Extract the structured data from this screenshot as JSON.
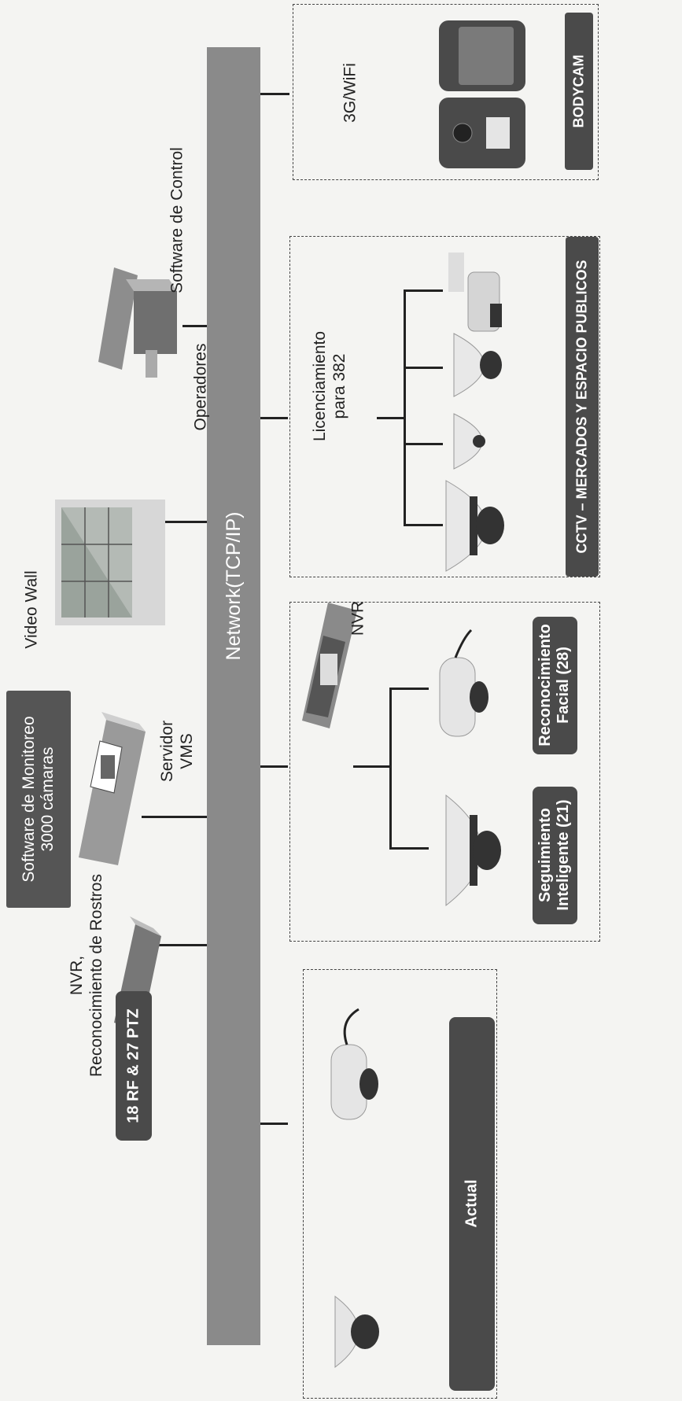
{
  "network": {
    "label": "Network(TCP/IP)"
  },
  "monitoring_software": {
    "line1": "Software de Monitoreo",
    "line2": "3000 cámaras"
  },
  "vms_server": {
    "line1": "Servidor",
    "line2": "VMS"
  },
  "video_wall": {
    "label": "Video Wall"
  },
  "operators": {
    "label": "Operadores"
  },
  "control_software": {
    "line1": "Software",
    "line2": "de",
    "line3": "Control"
  },
  "nvr_faces": {
    "line1": "NVR,",
    "line2": "Reconocimiento de Rostros"
  },
  "ptz_badge": {
    "label": "18 RF & 27 PTZ"
  },
  "actual_box": {
    "label": "Actual"
  },
  "nvr_box": {
    "nvr_label": "NVR",
    "badge_tracking": {
      "line1": "Seguimiento",
      "line2": "Inteligente (21)"
    },
    "badge_facial": {
      "line1": "Reconocimiento",
      "line2": "Facial (28)"
    }
  },
  "cctv_box": {
    "licensing": {
      "line1": "Licenciamiento",
      "line2": "para 382"
    },
    "title": "CCTV – MERCADOS Y ESPACIO PUBLICOS"
  },
  "bodycam_box": {
    "connectivity": "3G/WiFi",
    "title": "BODYCAM"
  }
}
